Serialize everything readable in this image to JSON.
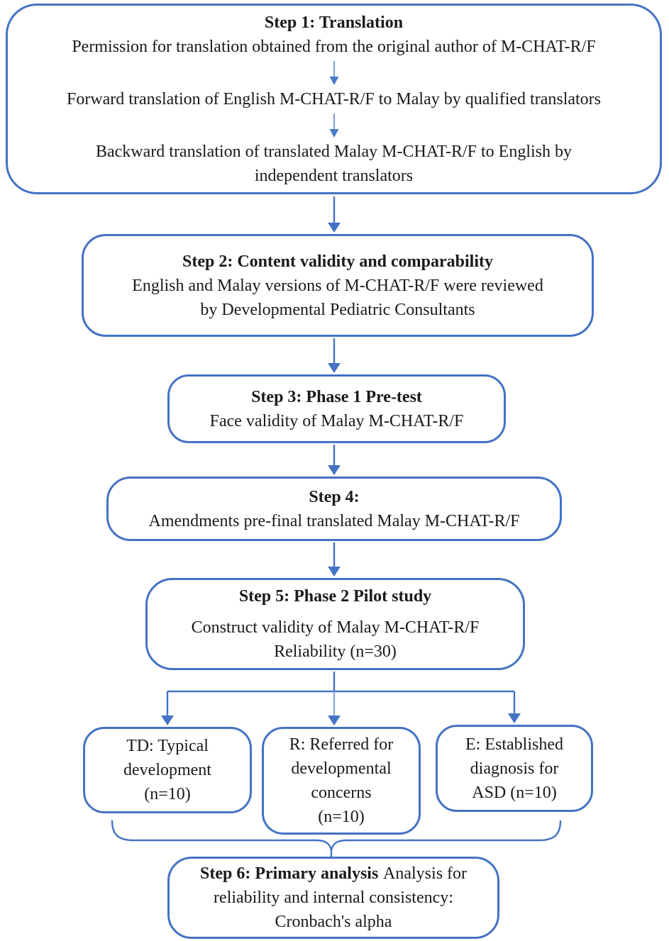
{
  "colors": {
    "accent": "#4472C4",
    "light_accent": "#8FAADC",
    "text": "#1A1A1A",
    "background": "#FFFFFF"
  },
  "flow": {
    "step1": {
      "title": "Step 1: Translation",
      "lines": [
        "Permission for translation obtained from the original author of M-CHAT-R/F",
        "Forward translation of English M-CHAT-R/F to Malay by qualified translators",
        "Backward translation of translated Malay M-CHAT-R/F to English by",
        "independent translators"
      ]
    },
    "step2": {
      "title": "Step 2: Content validity and comparability",
      "lines": [
        "English and Malay versions of M-CHAT-R/F were reviewed",
        "by Developmental Pediatric Consultants"
      ]
    },
    "step3": {
      "title": "Step 3: Phase 1 Pre-test",
      "lines": [
        "Face validity of Malay M-CHAT-R/F"
      ]
    },
    "step4": {
      "title": "Step 4:",
      "lines": [
        "Amendments pre-final translated Malay M-CHAT-R/F"
      ]
    },
    "step5": {
      "title": "Step 5: Phase 2 Pilot study",
      "lines": [
        "Construct validity of Malay M-CHAT-R/F",
        "Reliability (n=30)"
      ]
    },
    "group_td": {
      "lines": [
        "TD: Typical",
        "development",
        "(n=10)"
      ]
    },
    "group_r": {
      "lines": [
        "R: Referred for",
        "developmental",
        "concerns",
        "(n=10)"
      ]
    },
    "group_e": {
      "lines": [
        "E: Established",
        "diagnosis for",
        "ASD (n=10)"
      ]
    },
    "step6": {
      "title": "Step 6: Primary analysis",
      "lines": [
        "Analysis for",
        "reliability and internal consistency:",
        "Cronbach's alpha"
      ]
    }
  }
}
